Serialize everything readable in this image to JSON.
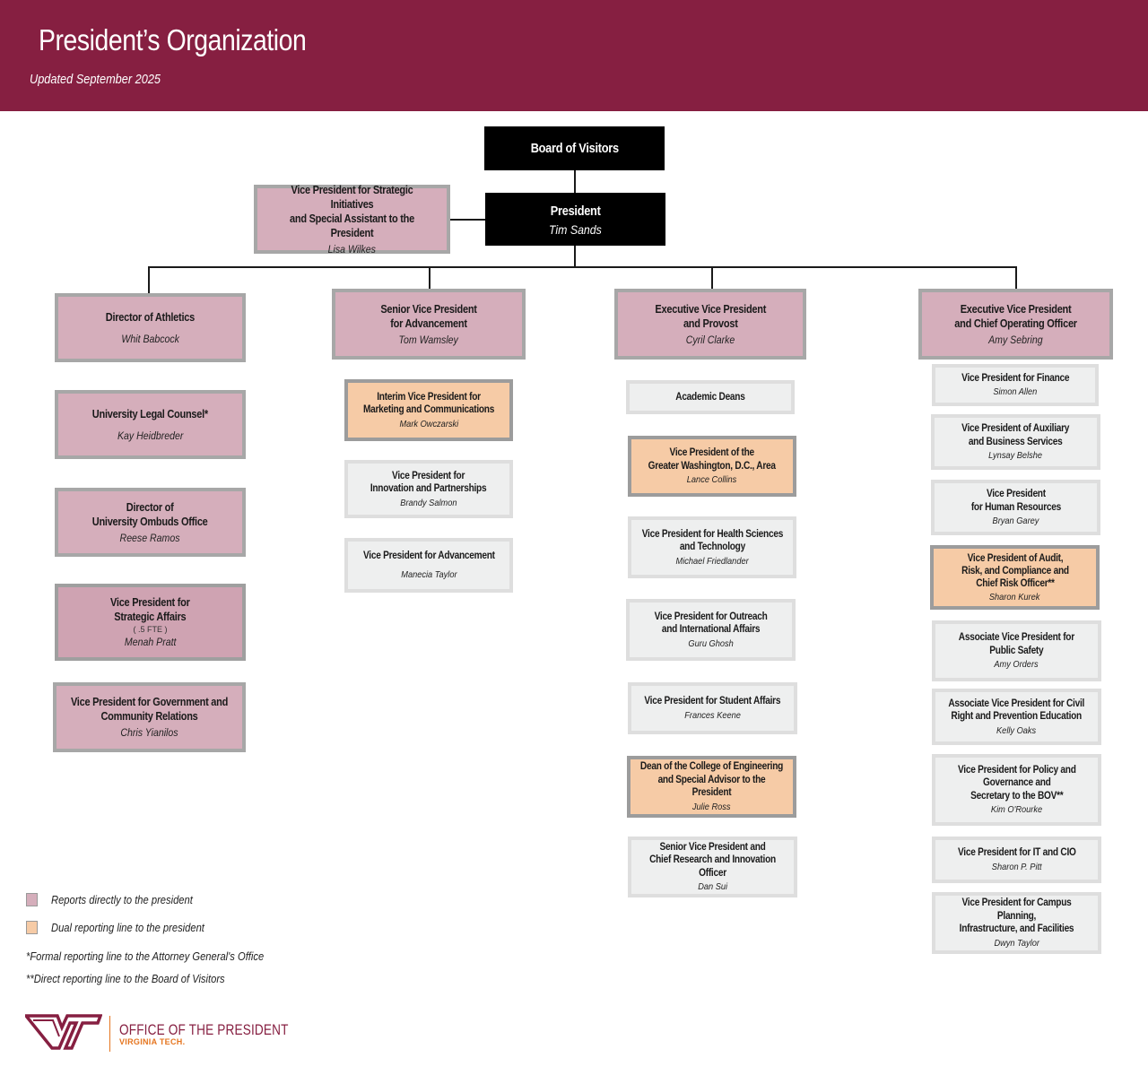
{
  "header": {
    "title": "President’s Organization",
    "subtitle": "Updated September 2025"
  },
  "colors": {
    "brand_maroon": "#861F41",
    "direct_report": "#D5AEBB",
    "dual_report": "#F6CBA6",
    "standard": "#EEEFEF",
    "top_level": "#000000"
  },
  "top": {
    "board": {
      "title": "Board of Visitors"
    },
    "president": {
      "title": "President",
      "name": "Tim Sands"
    },
    "special_assistant": {
      "title": "Vice President for Strategic Initiatives\nand Special Assistant to the President",
      "name": "Lisa Wilkes",
      "type": "direct"
    }
  },
  "columns": [
    {
      "head": {
        "title": "Director of Athletics",
        "name": "Whit Babcock",
        "type": "direct"
      },
      "items": [
        {
          "title": "University Legal Counsel*",
          "name": "Kay Heidbreder",
          "type": "direct"
        },
        {
          "title": "Director of\nUniversity Ombuds Office",
          "name": "Reese Ramos",
          "type": "direct"
        },
        {
          "title": "Vice President for\nStrategic Affairs",
          "note": "( .5 FTE )",
          "name": "Menah Pratt",
          "type": "direct"
        },
        {
          "title": "Vice President for Government and\nCommunity Relations",
          "name": "Chris Yianilos",
          "type": "direct"
        }
      ]
    },
    {
      "head": {
        "title": "Senior Vice President\nfor Advancement",
        "name": "Tom Wamsley",
        "type": "direct"
      },
      "items": [
        {
          "title": "Interim Vice President for\nMarketing and Communications",
          "name": "Mark Owczarski",
          "type": "dual"
        },
        {
          "title": "Vice President for\nInnovation and Partnerships",
          "name": "Brandy Salmon",
          "type": "standard"
        },
        {
          "title": "Vice President for Advancement",
          "name": "Manecia Taylor",
          "type": "standard"
        }
      ]
    },
    {
      "head": {
        "title": "Executive Vice President\nand Provost",
        "name": "Cyril Clarke",
        "type": "direct"
      },
      "items": [
        {
          "title": "Academic Deans",
          "type": "standard"
        },
        {
          "title": "Vice President of the\nGreater Washington, D.C., Area",
          "name": "Lance Collins",
          "type": "dual"
        },
        {
          "title": "Vice President for Health Sciences\nand Technology",
          "name": "Michael Friedlander",
          "type": "standard"
        },
        {
          "title": "Vice President for Outreach\nand International Affairs",
          "name": "Guru Ghosh",
          "type": "standard"
        },
        {
          "title": "Vice President for Student Affairs",
          "name": "Frances Keene",
          "type": "standard"
        },
        {
          "title": "Dean of the College of Engineering\nand Special Advisor to the President",
          "name": "Julie Ross",
          "type": "dual"
        },
        {
          "title": "Senior  Vice President and\nChief Research and Innovation Officer",
          "name": "Dan Sui",
          "type": "standard"
        }
      ]
    },
    {
      "head": {
        "title": "Executive Vice President\nand Chief Operating Officer",
        "name": "Amy Sebring",
        "type": "direct"
      },
      "items": [
        {
          "title": "Vice President for Finance",
          "name": "Simon Allen",
          "type": "standard"
        },
        {
          "title": "Vice President of Auxiliary\nand Business Services",
          "name": "Lynsay Belshe",
          "type": "standard"
        },
        {
          "title": "Vice President\nfor Human Resources",
          "name": "Bryan Garey",
          "type": "standard"
        },
        {
          "title": "Vice President of Audit,\nRisk, and Compliance and\nChief Risk Officer**",
          "name": "Sharon Kurek",
          "type": "dual"
        },
        {
          "title": "Associate Vice President for\nPublic Safety",
          "name": "Amy Orders",
          "type": "standard"
        },
        {
          "title": "Associate Vice President for Civil\nRight and Prevention Education",
          "name": "Kelly Oaks",
          "type": "standard"
        },
        {
          "title": "Vice President for Policy and\nGovernance and\nSecretary to the BOV**",
          "name": "Kim O'Rourke",
          "type": "standard"
        },
        {
          "title": "Vice President for IT and CIO",
          "name": "Sharon P. Pitt",
          "type": "standard"
        },
        {
          "title": "Vice President for Campus Planning,\nInfrastructure, and Facilities",
          "name": "Dwyn Taylor",
          "type": "standard"
        }
      ]
    }
  ],
  "legend": {
    "direct": "Reports directly to the president",
    "dual": "Dual reporting line to the president",
    "footnote1": "*Formal reporting line to the Attorney General's Office",
    "footnote2": "**Direct reporting line to the Board of Visitors"
  },
  "logo": {
    "mark": "VT",
    "line1": "OFFICE OF THE PRESIDENT",
    "line2": "VIRGINIA TECH."
  }
}
